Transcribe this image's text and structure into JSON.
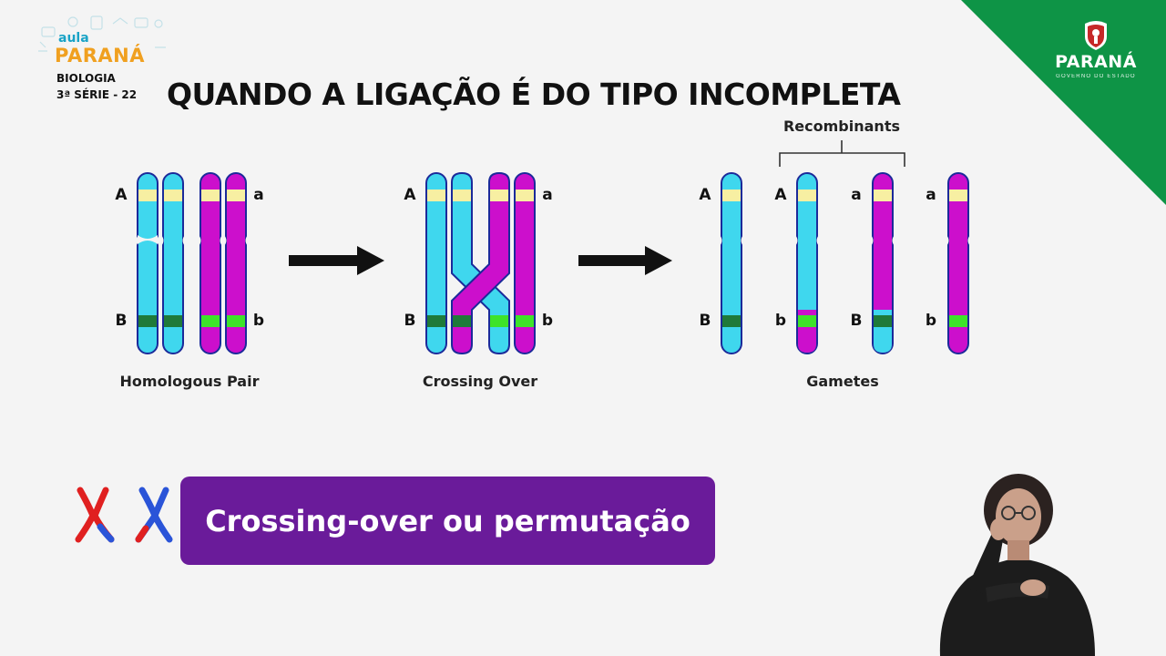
{
  "logo": {
    "aula": "aula",
    "brand": "PARANÁ",
    "subject": "BIOLOGIA",
    "grade": "3ª SÉRIE - 22"
  },
  "title": "QUANDO A LIGAÇÃO É DO TIPO INCOMPLETA",
  "corner_brand": {
    "name": "PARANÁ",
    "subtitle": "GOVERNO DO ESTADO",
    "color": "#0e9446"
  },
  "diagram": {
    "stages": [
      {
        "caption": "Homologous Pair"
      },
      {
        "caption": "Crossing Over"
      },
      {
        "caption": "Gametes"
      }
    ],
    "bracket_label": "Recombinants",
    "alleles": {
      "upper_dominant": "A",
      "upper_recessive": "a",
      "lower_dominant": "B",
      "lower_recessive": "b"
    },
    "gametes": [
      {
        "top": "A",
        "bottom": "B"
      },
      {
        "top": "A",
        "bottom": "b"
      },
      {
        "top": "a",
        "bottom": "B"
      },
      {
        "top": "a",
        "bottom": "b"
      }
    ],
    "colors": {
      "cyan": "#3fd7ee",
      "magenta": "#cc0fcc",
      "outline": "#1b2a9a",
      "band_yellow": "#f7efa2",
      "band_dark_green": "#1f7a3a",
      "band_light_green": "#3ee32a"
    }
  },
  "banner": {
    "text": "Crossing-over ou permutação",
    "background": "#6a1b9a"
  },
  "icons": [
    "red-x-chromosome-icon",
    "blue-x-chromosome-icon",
    "parana-crest-icon"
  ]
}
